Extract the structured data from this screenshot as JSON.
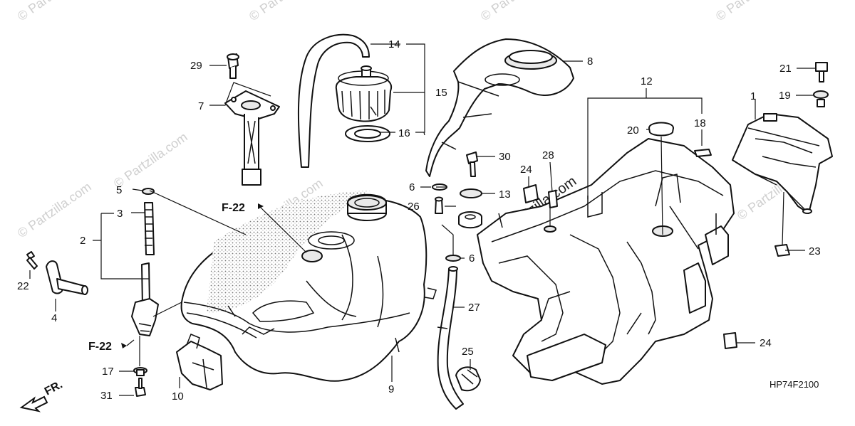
{
  "diagram": {
    "code": "HP74F2100",
    "direction_label": "FR.",
    "ref_label": "F-22",
    "watermark": "© Partzilla.com",
    "callouts": {
      "n1": "1",
      "n2": "2",
      "n3": "3",
      "n4": "4",
      "n5": "5",
      "n6a": "6",
      "n6b": "6",
      "n7": "7",
      "n8": "8",
      "n9": "9",
      "n10": "10",
      "n12": "12",
      "n13": "13",
      "n14": "14",
      "n15": "15",
      "n16": "16",
      "n17": "17",
      "n18": "18",
      "n19": "19",
      "n20": "20",
      "n21": "21",
      "n22": "22",
      "n23": "23",
      "n24a": "24",
      "n24b": "24",
      "n25": "25",
      "n26": "26",
      "n27": "27",
      "n28": "28",
      "n29": "29",
      "n30": "30",
      "n31": "31"
    }
  }
}
